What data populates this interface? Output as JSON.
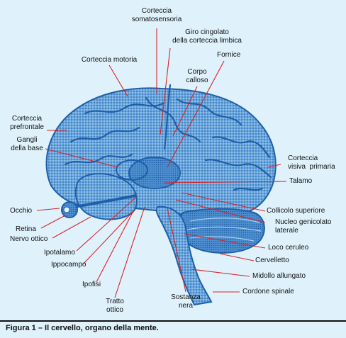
{
  "labels": {
    "corteccia_somatosensoria": "Corteccia\nsomatosensoria",
    "giro_cingolato": "Giro cingolato\ndella corteccia limbica",
    "fornice": "Fornice",
    "corpo_calloso": "Corpo\ncalloso",
    "corteccia_motoria": "Corteccia motoria",
    "corteccia_prefrontale": "Corteccia\nprefrontale",
    "gangli_base": "Gangli\ndella base",
    "corteccia_visiva": "Corteccia\nvisiva  primaria",
    "talamo": "Talamo",
    "occhio": "Occhio",
    "retina": "Retina",
    "nervo_ottico": "Nervo ottico",
    "ipotalamo": "Ipotalamo",
    "ippocampo": "Ippocampo",
    "ipofisi": "Ipofisi",
    "tratto_ottico": "Tratto\nottico",
    "sostanza_nera": "Sostanza\nnera",
    "collicolo": "Collicolo superiore",
    "nucleo_genicolato": "Nucleo genicolato\nlaterale",
    "locus_ceruleo": "Loco ceruleo",
    "cervelletto": "Cervelletto",
    "midollo": "Midollo allungato",
    "cordone_spinale": "Cordone spinale"
  },
  "caption": "Figura 1 – Il cervello, organo della mente.",
  "colors": {
    "background": "#dff1fb",
    "brain": "#3a7fc4",
    "brain_dark": "#1f5fa8",
    "leader_line": "#d8222a",
    "text": "#111111"
  }
}
